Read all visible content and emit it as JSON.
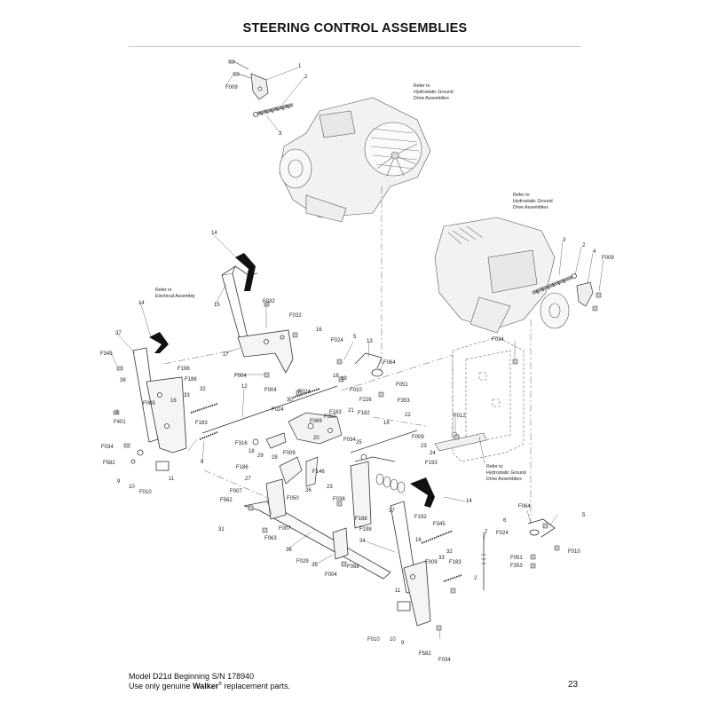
{
  "page": {
    "title": "STEERING CONTROL ASSEMBLIES",
    "page_number": "23",
    "footer": {
      "model_line": "Model D21d Beginning S/N 178940",
      "notice_before": "Use only genuine ",
      "brand": "Walker",
      "registered_mark": "®",
      "notice_after": " replacement parts."
    }
  },
  "notes": {
    "refer_hydro": [
      "Refer to",
      "Hydrostatic Ground",
      "Drive Assemblies"
    ],
    "refer_electrical": [
      "Refer to",
      "Electrical Assembly"
    ]
  },
  "callouts": {
    "c1": "1",
    "c2": "2",
    "c3": "3",
    "cF009": "F009",
    "r3": "3",
    "r2": "2",
    "r4": "4",
    "rF009": "F009",
    "c14a": "14",
    "c15": "15",
    "cF032a": "F032",
    "cF032b": "F032",
    "c16a": "16",
    "c17": "17",
    "cF004a": "F004",
    "c14b": "14",
    "c37a": "37",
    "cF345a": "F345",
    "cF198a": "F198",
    "cF188a": "F188",
    "c38": "38",
    "c33a": "33",
    "c32a": "32",
    "c16b": "16",
    "c2b": "2",
    "cF401": "F401",
    "cF009b": "F009",
    "cF183a": "F183",
    "cF034a": "F034",
    "cF582a": "F582",
    "c8": "8",
    "c9a": "9",
    "c10a": "10",
    "cF010a": "F010",
    "c11a": "11",
    "cF024a": "F024",
    "c5a": "5",
    "c13": "13",
    "cF064a": "F064",
    "c18a": "18",
    "c19": "19",
    "cF010b": "F010",
    "cF051a": "F051",
    "cF226": "F226",
    "cF353a": "F353",
    "cF004b": "F004",
    "cF024b": "F024",
    "c30": "30",
    "c12": "12",
    "cF024c": "F024",
    "cF183b": "F183",
    "cF350": "F350",
    "c21": "21",
    "cF182": "F182",
    "c22": "22",
    "cF069": "F069",
    "c16c": "16",
    "c20": "20",
    "cF034b": "F034",
    "cF316": "F316",
    "c18b": "18",
    "c29": "29",
    "c28": "28",
    "cF009c": "F009",
    "c25": "25",
    "cF009d": "F009",
    "c23": "23",
    "c24": "24",
    "cF193": "F193",
    "cF186": "F186",
    "c27": "27",
    "cF146": "F146",
    "c26": "26",
    "cF050": "F050",
    "c23b": "23",
    "cF012": "F012",
    "cF007a": "F007",
    "cF562": "F562",
    "c31": "31",
    "cF007b": "F007",
    "cF063": "F063",
    "c36": "36",
    "cF029": "F029",
    "c35": "35",
    "cF004c": "F004",
    "cF068": "F068",
    "cF038": "F038",
    "c14c": "14",
    "cF188b": "F188",
    "c37b": "37",
    "cF192": "F192",
    "cF198b": "F198",
    "cF345b": "F345",
    "c34": "34",
    "c33b": "33",
    "c16d": "16",
    "cF009e": "F009",
    "c32b": "32",
    "c11b": "11",
    "c7": "7",
    "cF183c": "F183",
    "c2c": "2",
    "cF010c": "F010",
    "c10b": "10",
    "c9b": "9",
    "cF582b": "F582",
    "cF034c": "F034",
    "cF034d": "F034",
    "cF064b": "F064",
    "c6": "6",
    "cF024d": "F024",
    "c5b": "5",
    "cF010d": "F010",
    "cF051b": "F051",
    "cF353b": "F353"
  }
}
